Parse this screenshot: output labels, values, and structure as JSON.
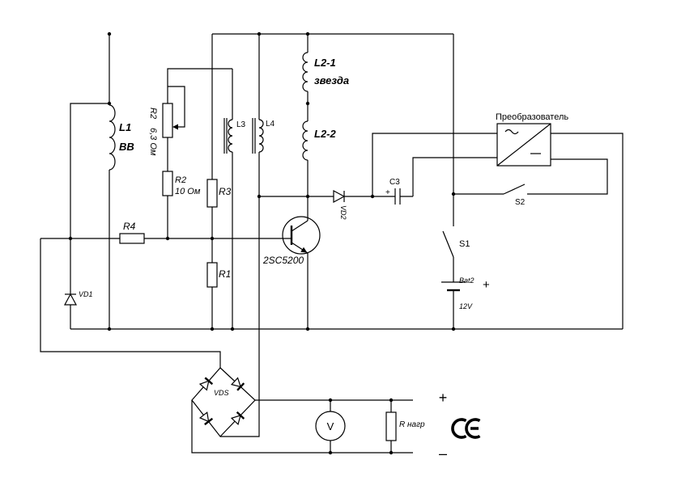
{
  "colors": {
    "line": "#000000",
    "background": "#ffffff"
  },
  "L1": {
    "name": "L1",
    "tag": "ВВ"
  },
  "R2_pot": {
    "name": "R2",
    "value": "6,3 Ом"
  },
  "R2_fixed": {
    "name": "R2",
    "value": "10 Ом"
  },
  "L3": {
    "name": "L3"
  },
  "L4": {
    "name": "L4"
  },
  "R3": {
    "name": "R3"
  },
  "R1": {
    "name": "R1"
  },
  "R4": {
    "name": "R4"
  },
  "L2_1": {
    "name": "L2-1",
    "tag": "звезда"
  },
  "L2_2": {
    "name": "L2-2"
  },
  "VD1": {
    "name": "VD1"
  },
  "VD2": {
    "name": "VD2"
  },
  "C3": {
    "name": "C3",
    "polarity": "+"
  },
  "transistor": {
    "name": "2SC5200"
  },
  "converter": {
    "name": "Преобразователь"
  },
  "S1": {
    "name": "S1"
  },
  "S2": {
    "name": "S2"
  },
  "battery": {
    "name": "Bat2",
    "voltage": "12V",
    "polarity": "+"
  },
  "bridge": {
    "name": "VDS"
  },
  "voltmeter": {
    "symbol": "V"
  },
  "load": {
    "name": "R нагр"
  },
  "output": {
    "plus": "+",
    "minus": "–"
  },
  "mark": {
    "logo": "CE"
  },
  "icons": {
    "converter_in": "ac-symbol-icon",
    "converter_out": "dc-symbol-icon",
    "mark": "ce-mark-icon"
  }
}
